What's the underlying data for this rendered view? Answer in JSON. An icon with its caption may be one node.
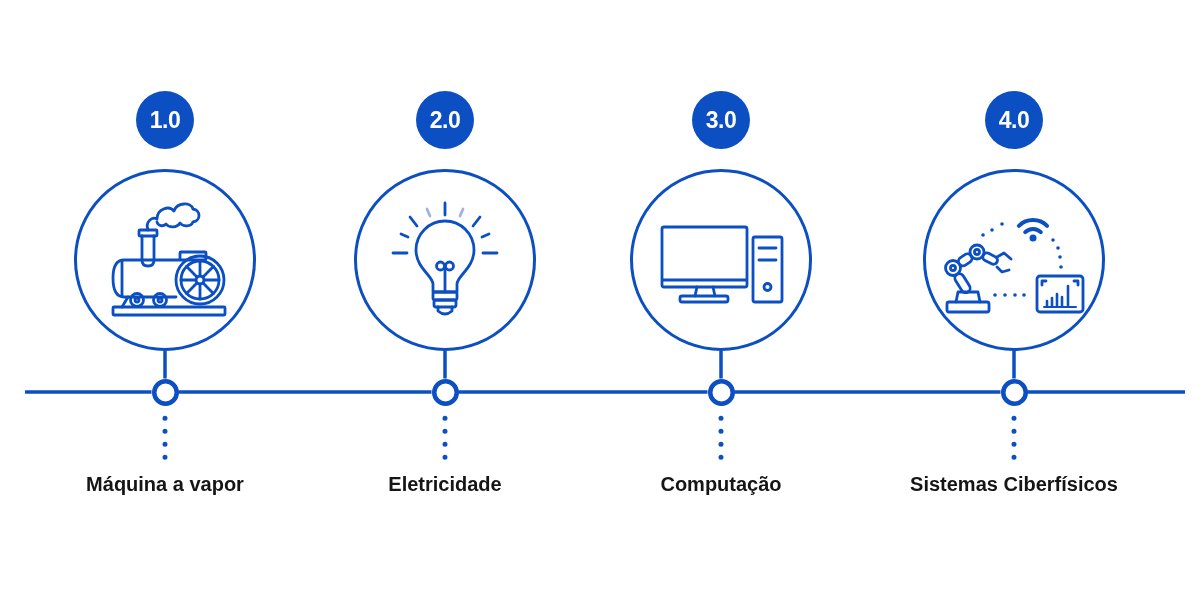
{
  "diagram": {
    "nodes": [
      {
        "text": [
          "1.0"
        ]
      },
      {
        "text": [],
        "shape": "circle"
      },
      {
        "text": [],
        "shape": "circle"
      },
      {
        "text": [
          "Máquina a vapor"
        ]
      },
      {
        "text": [
          "2.0"
        ]
      },
      {
        "text": [],
        "shape": "circle"
      },
      {
        "text": [],
        "shape": "circle"
      },
      {
        "text": [
          "Eletricidade"
        ]
      },
      {
        "text": [
          "3.0"
        ]
      },
      {
        "text": [],
        "shape": "circle"
      },
      {
        "text": [],
        "shape": "circle"
      },
      {
        "text": [
          "Computação"
        ]
      },
      {
        "text": [
          "4.0"
        ]
      },
      {
        "text": [],
        "shape": "circle"
      },
      {
        "text": [],
        "shape": "circle"
      },
      {
        "text": [
          "Sistemas Ciberfísicos"
        ]
      }
    ],
    "edges": [
      {
        "from": 1,
        "to": 2,
        "arrow": "none"
      },
      {
        "from": 2,
        "to": 3,
        "arrow": "none",
        "style": "dashed"
      },
      {
        "from": 5,
        "to": 6,
        "arrow": "none"
      },
      {
        "from": 6,
        "to": 7,
        "arrow": "none",
        "style": "dashed"
      },
      {
        "from": 9,
        "to": 10,
        "arrow": "none"
      },
      {
        "from": 10,
        "to": 11,
        "arrow": "none",
        "style": "dashed"
      },
      {
        "from": 13,
        "to": 14,
        "arrow": "none"
      },
      {
        "from": 14,
        "to": 15,
        "arrow": "none",
        "style": "dashed"
      },
      {
        "from": 2,
        "to": 6,
        "arrow": "none"
      },
      {
        "from": 6,
        "to": 10,
        "arrow": "none"
      },
      {
        "from": 10,
        "to": 14,
        "arrow": "none"
      }
    ]
  }
}
